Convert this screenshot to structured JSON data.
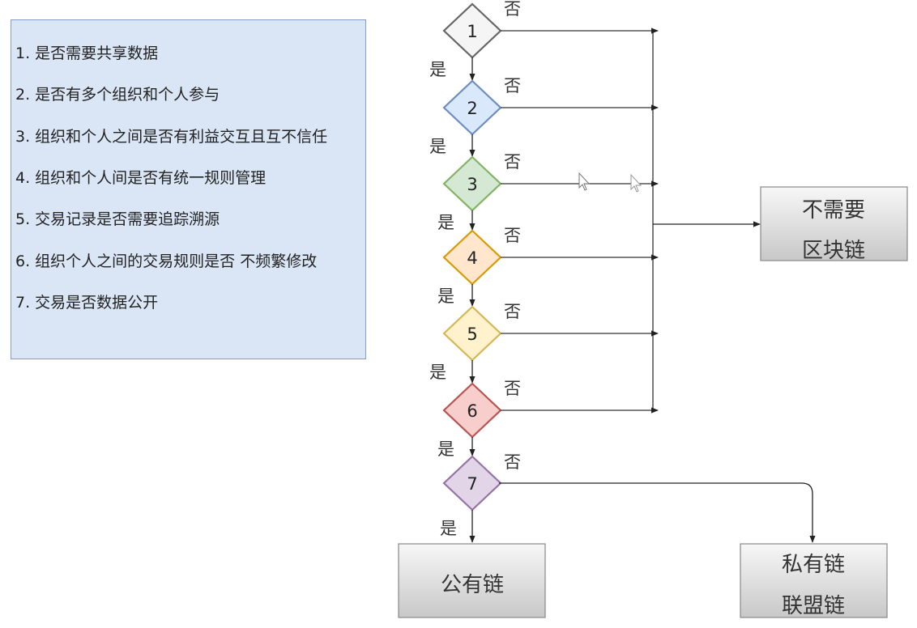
{
  "criteria": [
    "1. 是否需要共享数据",
    "2. 是否有多个组织和个人参与",
    "3. 组织和个人之间是否有利益交互且互不信任",
    "4. 组织和个人间是否有统一规则管理",
    "5. 交易记录是否需要追踪溯源",
    "6. 组织个人之间的交易规则是否 不频繁修改",
    "7. 交易是否数据公开"
  ],
  "flow": {
    "decisions": [
      {
        "label": "1",
        "fill": "#f5f5f5",
        "stroke": "#666666"
      },
      {
        "label": "2",
        "fill": "#dae8fc",
        "stroke": "#6c8ebf"
      },
      {
        "label": "3",
        "fill": "#d5e8d4",
        "stroke": "#82b366"
      },
      {
        "label": "4",
        "fill": "#ffe6cc",
        "stroke": "#d79b00"
      },
      {
        "label": "5",
        "fill": "#fff2cc",
        "stroke": "#d6b656"
      },
      {
        "label": "6",
        "fill": "#f8cecc",
        "stroke": "#b85450"
      },
      {
        "label": "7",
        "fill": "#e1d5e7",
        "stroke": "#9673a6"
      }
    ],
    "yes_label": "是",
    "no_label": "否",
    "outcomes": {
      "no_blockchain": [
        "不需要",
        "区块链"
      ],
      "public_chain": [
        "公有链"
      ],
      "private_chain": [
        "私有链",
        "联盟链"
      ]
    }
  }
}
